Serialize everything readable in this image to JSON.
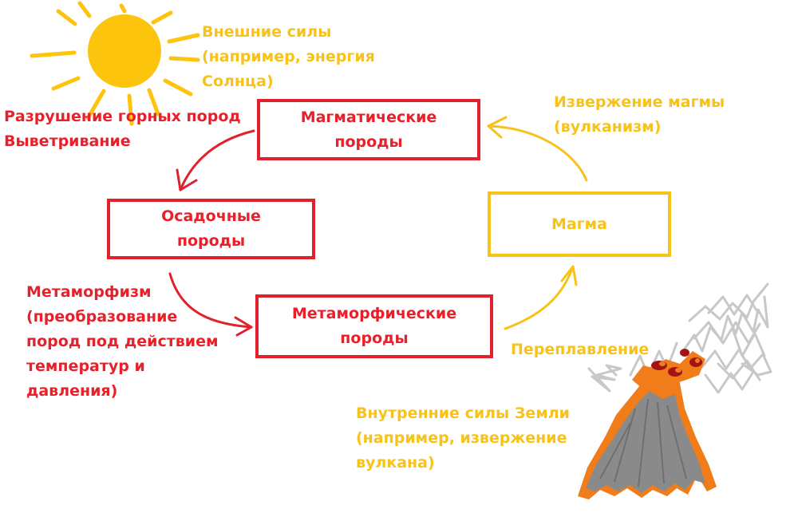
{
  "colors": {
    "red": "#e8202a",
    "yellow": "#f7c21a",
    "sun": "#fcc40d",
    "lava": "#f07d1a",
    "rock": "#8a8a8a",
    "smoke": "#c4c4c4"
  },
  "icons": {
    "sun": "sun-icon",
    "volcano": "volcano-icon"
  },
  "boxes": {
    "igneous": "Магматические\nпороды",
    "sedimentary": "Осадочные\nпороды",
    "metamorphic": "Метаморфические\nпороды",
    "magma": "Магма"
  },
  "labels": {
    "external_forces": "Внешние силы\n(например, энергия\nСолнца)",
    "weathering": "Разрушение горных пород\nВыветривание",
    "metamorphism": "Метаморфизм\n(преобразование\nпород под действием\nтемператур и\nдавления)",
    "eruption": "Извержение магмы\n(вулканизм)",
    "remelting": "Переплавление",
    "internal_forces": "Внутренние силы Земли\n(например, извержение\nвулкана)"
  }
}
